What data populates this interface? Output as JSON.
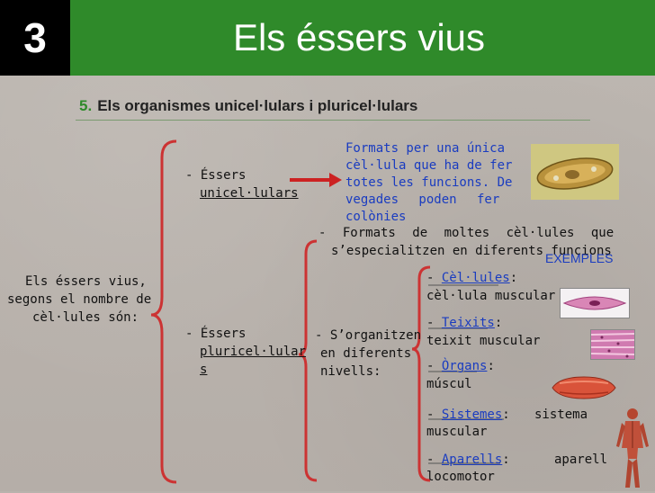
{
  "slide": {
    "number": "3",
    "title": "Els éssers vius",
    "subtitle_number": "5.",
    "subtitle_text": "Els organismes unicel·lulars i pluricel·lulars"
  },
  "left_text": {
    "line1": "Els éssers vius,",
    "line2": "segons el nombre de",
    "line3": "cèl·lules són:"
  },
  "unicellular": {
    "dash": "- Éssers",
    "label": "unicel·lulars",
    "desc1": "Formats per una única",
    "desc2": "cèl·lula que ha de fer",
    "desc3": "totes les funcions. De",
    "desc4": "vegades poden fer",
    "desc5": "colònies"
  },
  "pluricellular": {
    "dash": "- Éssers",
    "label1": "pluricel·lular",
    "label2": "s",
    "formats1": "-  Formats de moltes cèl·lules que",
    "formats2": "s’especialitzen en diferents funcions",
    "org1": "- S’organitzen",
    "org2": "en diferents",
    "org3": "nivells:",
    "examples": "EXEMPLES"
  },
  "levels": [
    {
      "name": "Cèl·lules",
      "example": "cèl·lula muscular"
    },
    {
      "name": "Teixits",
      "example": "teixit muscular"
    },
    {
      "name": "Òrgans",
      "example": "múscul"
    },
    {
      "name": "Sistemes",
      "example": "sistema muscular"
    },
    {
      "name": "Aparells",
      "example": "aparell locomotor"
    }
  ]
}
